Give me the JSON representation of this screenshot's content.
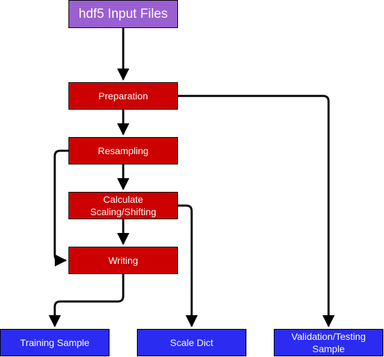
{
  "nodes": {
    "input_files": "hdf5 Input Files",
    "preparation": "Preparation",
    "resampling": "Resampling",
    "scaling": "Calculate\nScaling/Shifting",
    "writing": "Writing",
    "training": "Training Sample",
    "scale_dict": "Scale Dict",
    "validation": "Validation/Testing\nSample"
  },
  "colors": {
    "input": "#9a5fd1",
    "process": "#cc0000",
    "output": "#2b2bf2",
    "edge": "#000000"
  }
}
